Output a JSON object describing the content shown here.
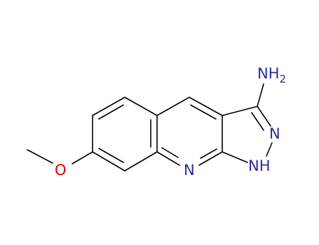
{
  "molecule": {
    "atoms": {
      "amine": {
        "text": "NH",
        "subscript": "2",
        "color": "#2b2b9c"
      },
      "pyrazole_n": {
        "text": "N",
        "color": "#2b2b9c"
      },
      "pyrazole_nh": {
        "text": "NH",
        "color": "#2b2b9c"
      },
      "pyridine_n": {
        "text": "N",
        "color": "#2b2b9c"
      },
      "methoxy_o": {
        "text": "O",
        "color": "#e00000"
      }
    },
    "bond_color": "#000000"
  }
}
